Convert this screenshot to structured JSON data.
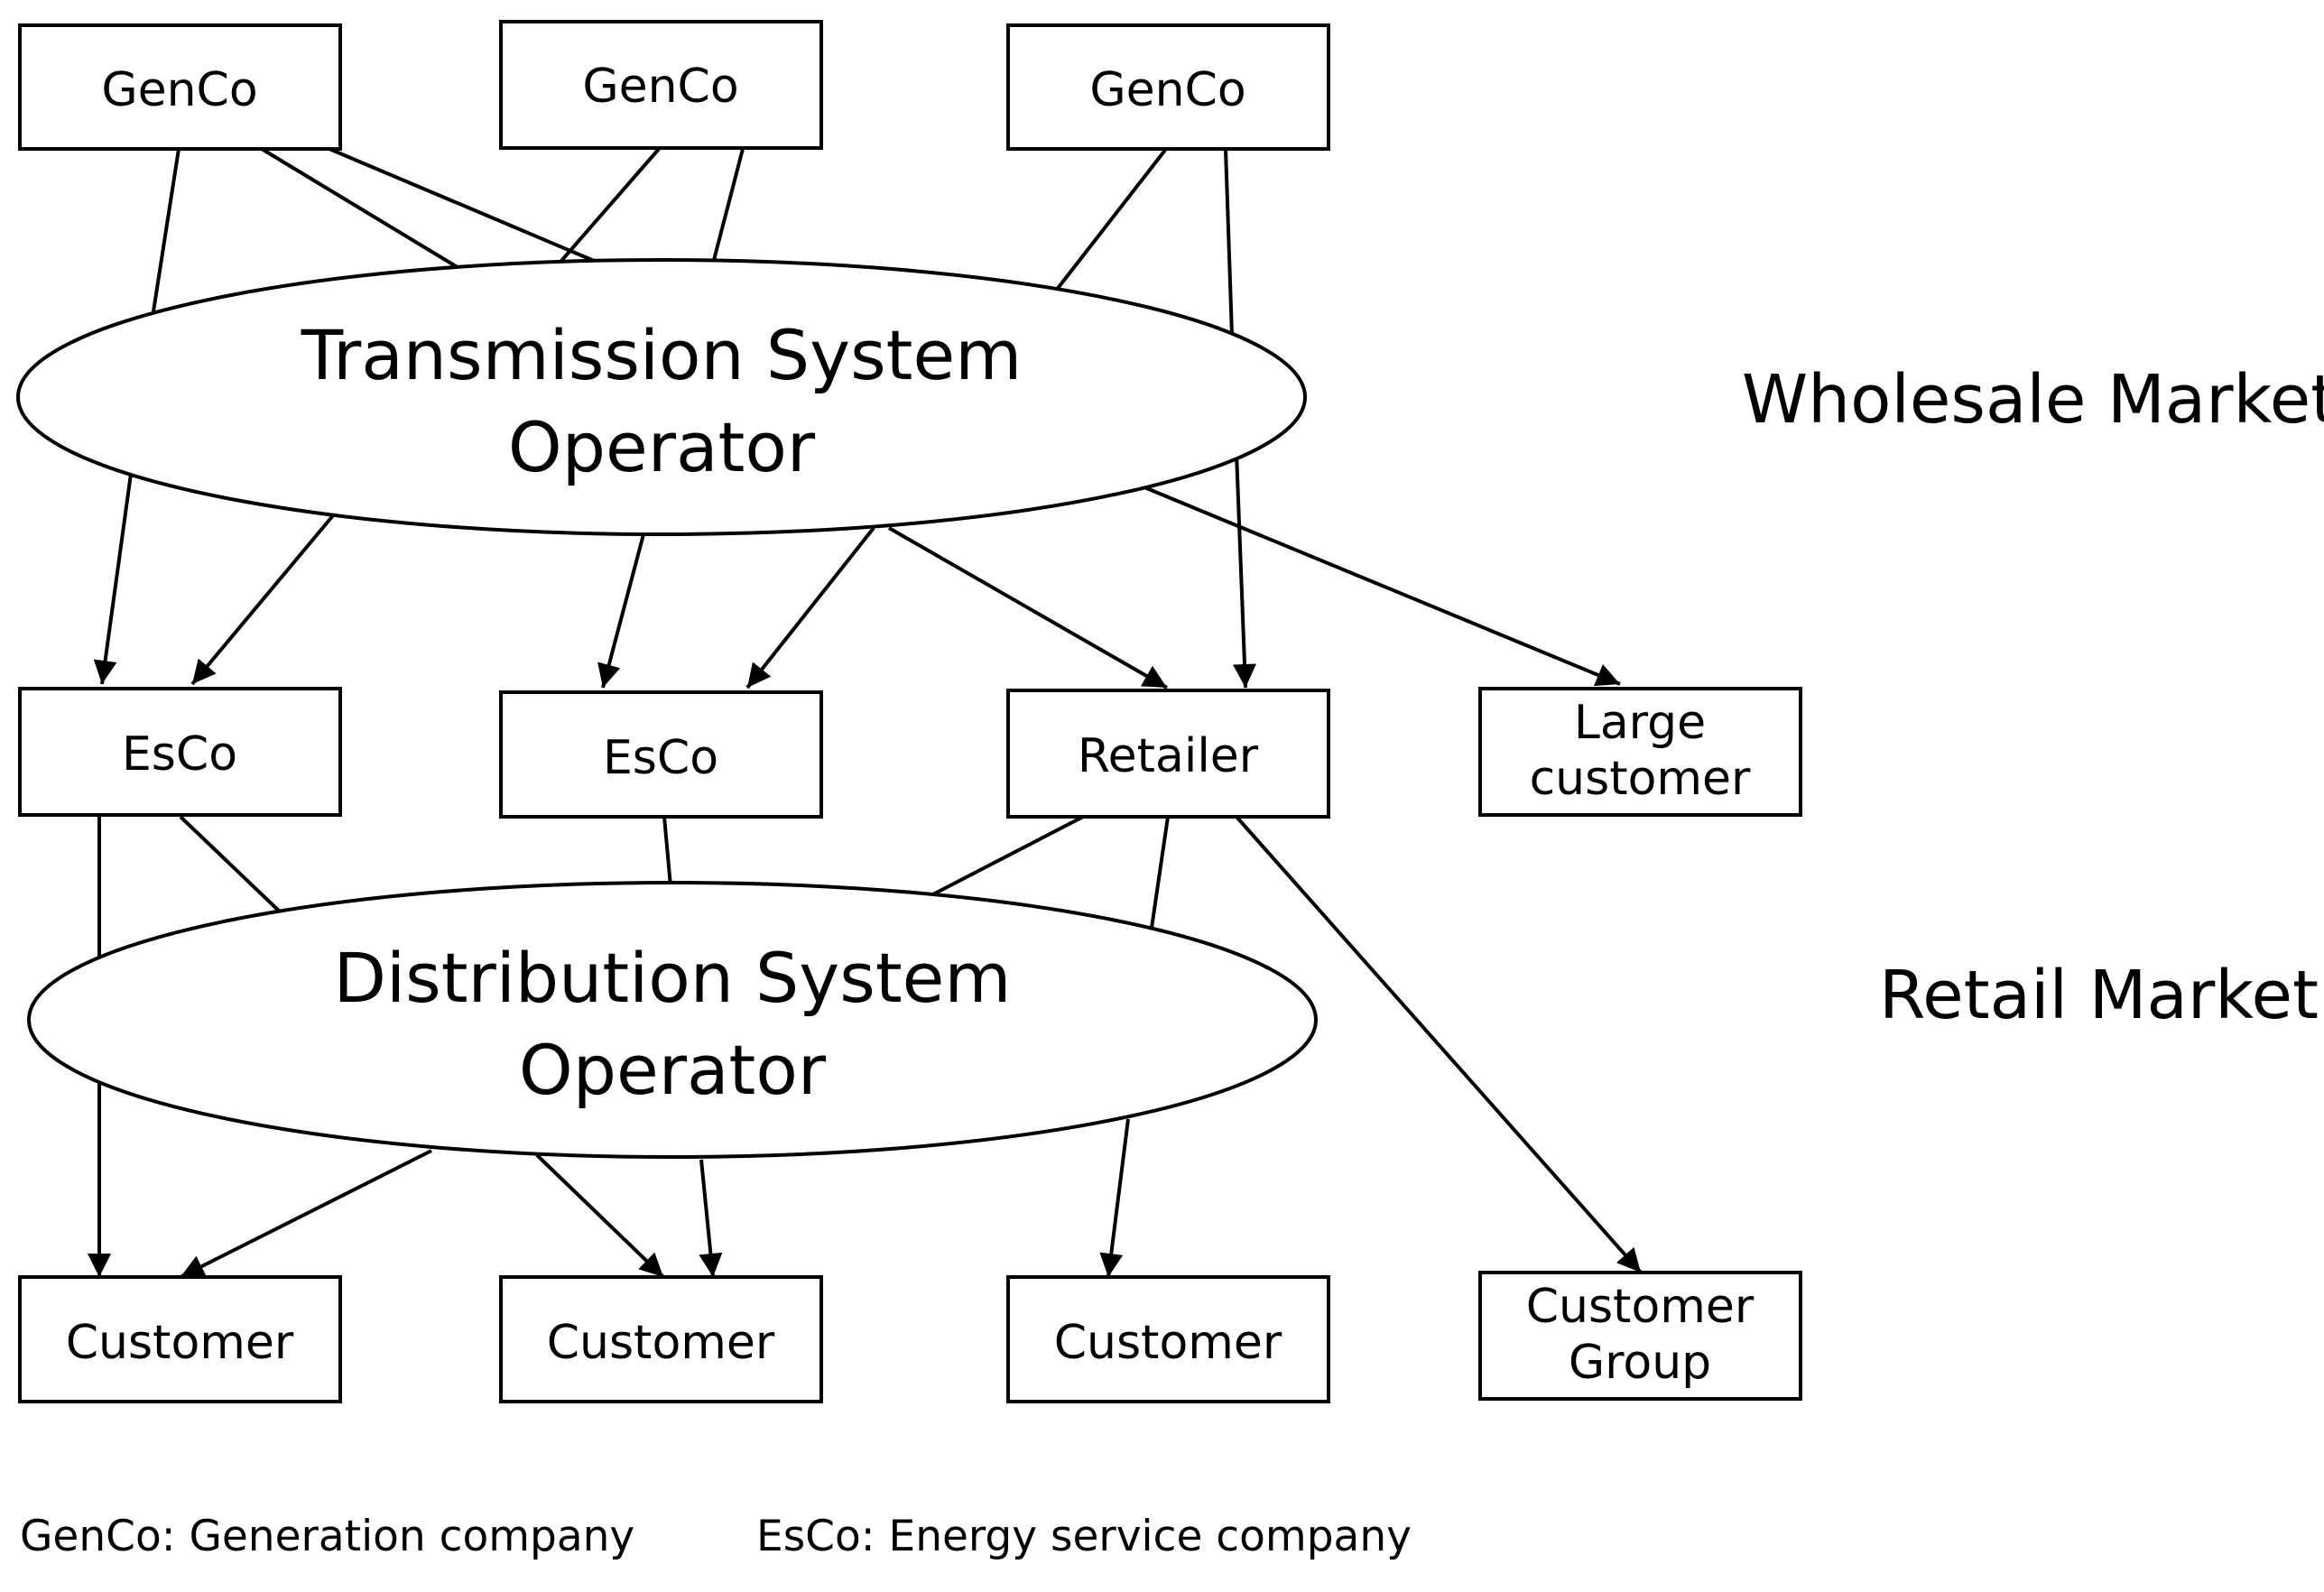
{
  "nodes": {
    "genco_1": "GenCo",
    "genco_2": "GenCo",
    "genco_3": "GenCo",
    "tso_line1": "Transmission System",
    "tso_line2": "Operator",
    "esco_1": "EsCo",
    "esco_2": "EsCo",
    "retailer": "Retailer",
    "large_customer_line1": "Large",
    "large_customer_line2": "customer",
    "dso_line1": "Distribution System",
    "dso_line2": "Operator",
    "customer_1": "Customer",
    "customer_2": "Customer",
    "customer_3": "Customer",
    "customer_group_line1": "Customer",
    "customer_group_line2": "Group"
  },
  "markets": {
    "wholesale": "Wholesale Market",
    "retail": "Retail Market"
  },
  "legend": {
    "genco": "GenCo: Generation company",
    "esco": "EsCo: Energy service company"
  },
  "colors": {
    "stroke": "#000000",
    "background": "#ffffff"
  }
}
